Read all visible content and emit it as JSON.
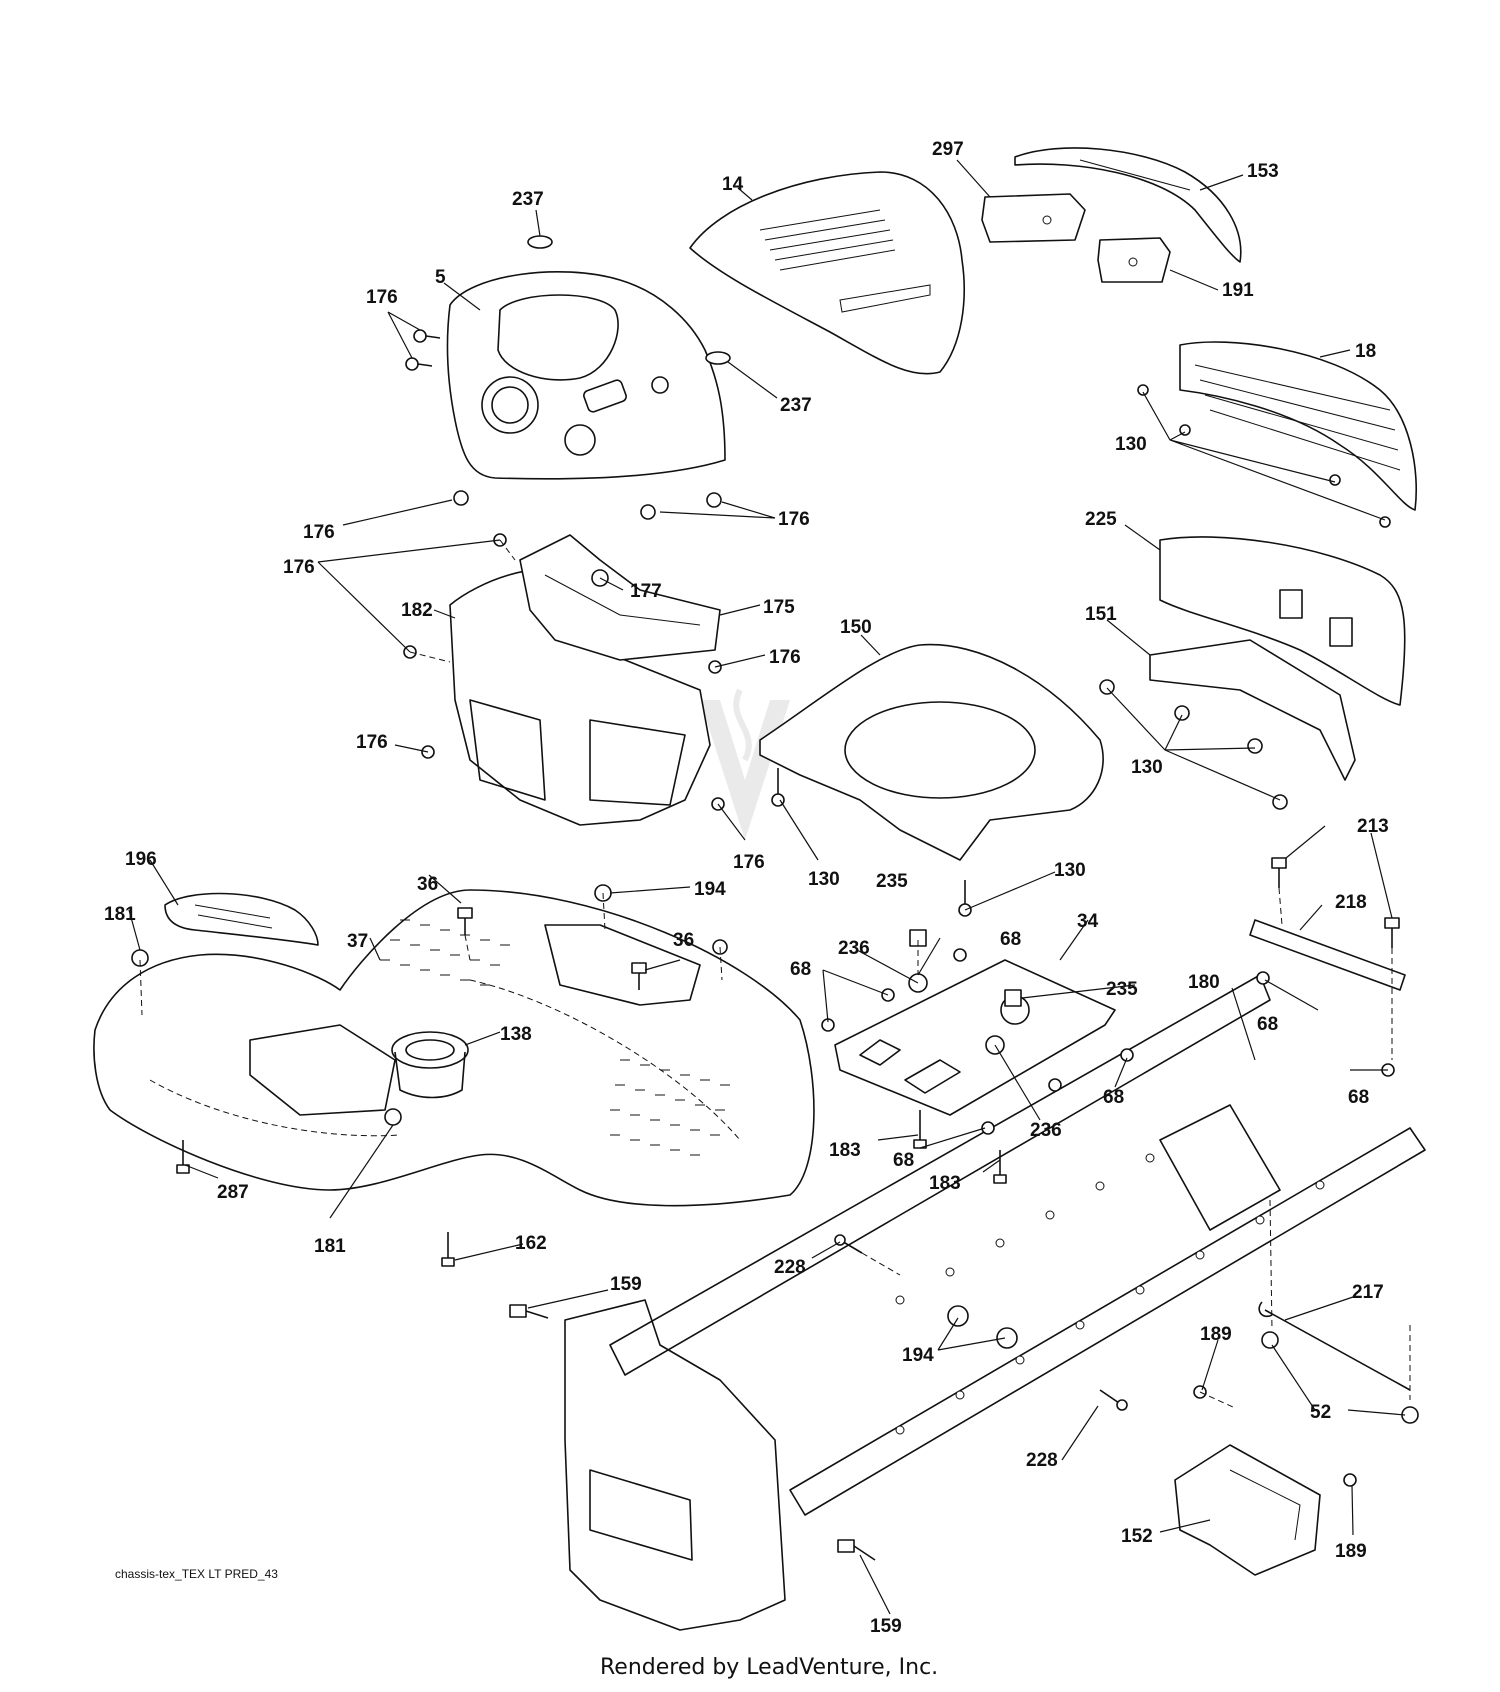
{
  "diagram": {
    "drawing_code": "chassis-tex_TEX LT PRED_43",
    "footer": "Rendered by LeadVenture, Inc.",
    "labels": {
      "237a": "237",
      "14": "14",
      "297": "297",
      "153": "153",
      "176a": "176",
      "5": "5",
      "191": "191",
      "237b": "237",
      "18": "18",
      "130a": "130",
      "176b": "176",
      "176c": "176",
      "225": "225",
      "176d": "176",
      "177": "177",
      "182": "182",
      "175": "175",
      "150": "150",
      "151": "151",
      "176e": "176",
      "176f": "176",
      "130b": "130",
      "176g": "176",
      "130c": "130",
      "196": "196",
      "36a": "36",
      "235a": "235",
      "130d": "130",
      "213": "213",
      "181a": "181",
      "194a": "194",
      "68a": "68",
      "34": "34",
      "218": "218",
      "37": "37",
      "36b": "36",
      "236a": "236",
      "68b": "68",
      "235b": "235",
      "180": "180",
      "68c": "68",
      "138": "138",
      "68d": "68",
      "68e": "68",
      "236b": "236",
      "183a": "183",
      "68f": "68",
      "183b": "183",
      "287": "287",
      "181b": "181",
      "162": "162",
      "228a": "228",
      "159a": "159",
      "217": "217",
      "189a": "189",
      "194b": "194",
      "52": "52",
      "228b": "228",
      "152": "152",
      "189b": "189",
      "159b": "159"
    }
  }
}
